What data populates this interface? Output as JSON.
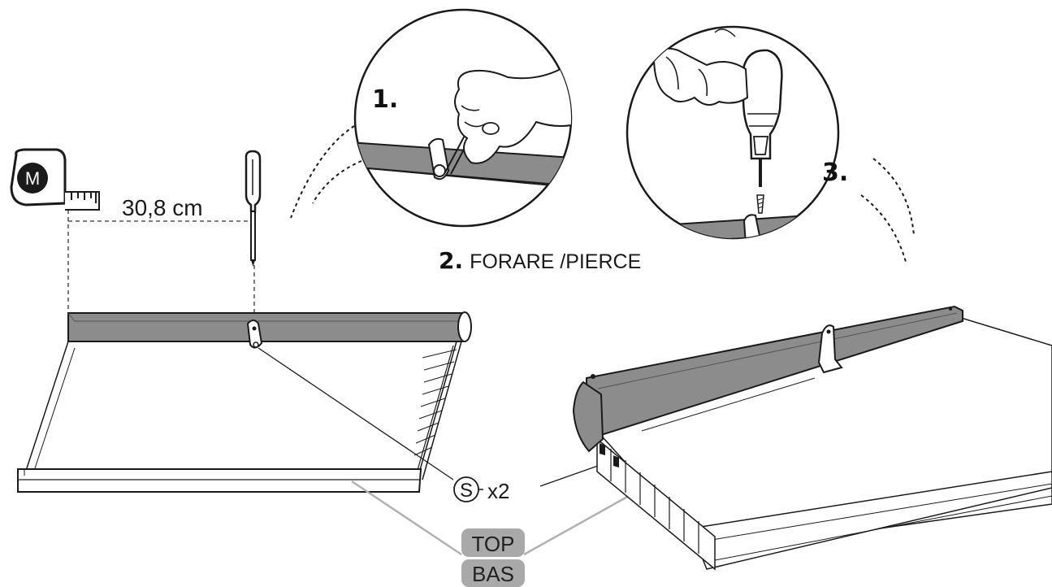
{
  "measurement": {
    "distance": "30,8 cm",
    "tape_badge": "M"
  },
  "steps": {
    "step1": "1.",
    "step2_number": "2.",
    "step2_text": "FORARE /PIERCE",
    "step3": "3."
  },
  "part": {
    "code": "S",
    "quantity": "x2"
  },
  "labels": {
    "top": "TOP",
    "bottom": "BAS"
  },
  "colors": {
    "ink": "#1a1a1a",
    "rail": "#8c8c8c",
    "label_bg": "#a9a9a9"
  }
}
